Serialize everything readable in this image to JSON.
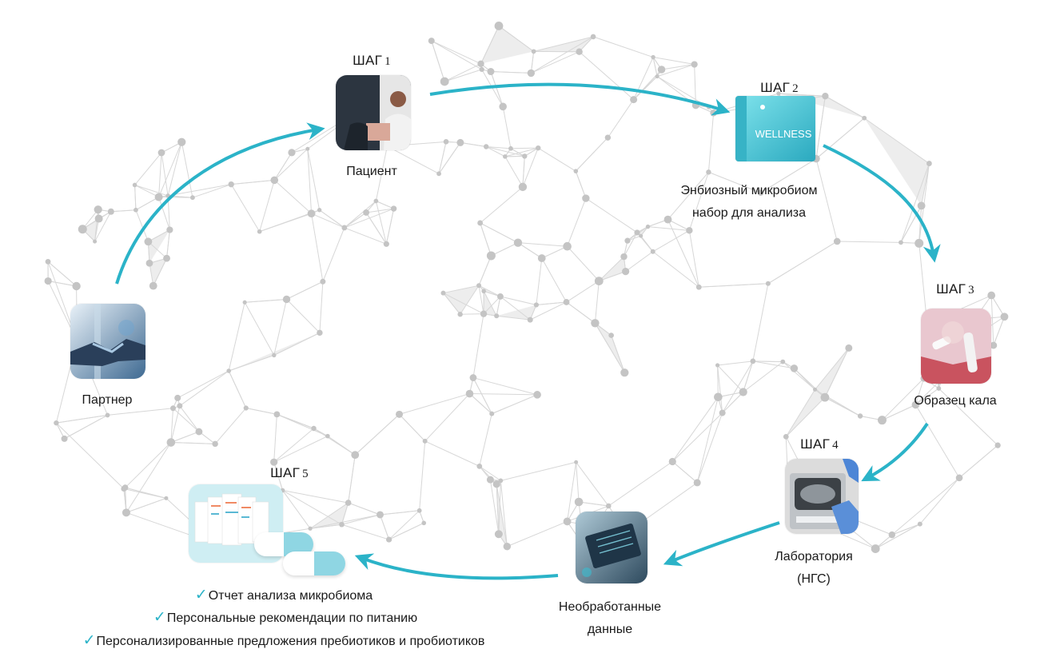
{
  "colors": {
    "accent": "#2bb3c8",
    "network_line": "#d7d7d7",
    "network_node": "#c4c4c4",
    "text": "#1a1a1a"
  },
  "steps": [
    {
      "label": "ШАГ",
      "number": "1"
    },
    {
      "label": "ШАГ",
      "number": "2"
    },
    {
      "label": "ШАГ",
      "number": "3"
    },
    {
      "label": "ШАГ",
      "number": "4"
    },
    {
      "label": "ШАГ",
      "number": "5"
    }
  ],
  "nodes": {
    "partner": {
      "label": "Партнер",
      "icon": "handshake-photo"
    },
    "patient": {
      "label": "Пациент",
      "icon": "patient-photo"
    },
    "kit": {
      "label_line1": "Энбиозный микробиом",
      "label_line2": "набор для анализа",
      "icon": "kit-box-photo",
      "box_text": "WELLNESS"
    },
    "sample": {
      "label": "Образец кала",
      "icon": "sample-tube-photo"
    },
    "lab": {
      "label_line1": "Лаборатория",
      "label_line2": "(НГС)",
      "icon": "lab-sequencer-photo"
    },
    "raw": {
      "label_line1": "Необработанные",
      "label_line2": "данные",
      "icon": "raw-data-photo"
    },
    "report": {
      "icon": "report-capsules-photo"
    }
  },
  "results": [
    "Отчет анализа микробиома",
    "Персональные рекомендации по питанию",
    "Персонализированные предложения пребиотиков и пробиотиков"
  ]
}
